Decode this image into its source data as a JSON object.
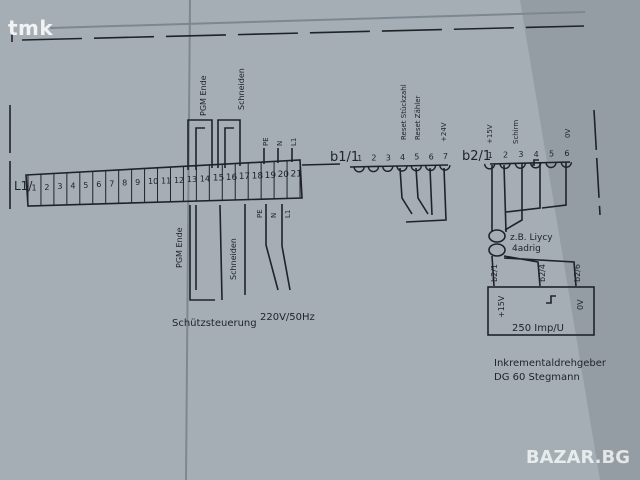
{
  "watermark": "tmk",
  "brand_watermark": "BAZAR.BG",
  "colors": {
    "paper": "#a8b1b8",
    "ink": "#1e2328",
    "background": "#8a949b"
  },
  "diagram": {
    "rail_label": "L1/",
    "terminals": [
      "1",
      "2",
      "3",
      "4",
      "5",
      "6",
      "7",
      "8",
      "9",
      "10",
      "11",
      "12",
      "13",
      "14",
      "15",
      "16",
      "17",
      "18",
      "19",
      "20",
      "21"
    ],
    "top_labels": {
      "pgm_ende": "PGM Ende",
      "schneiden": "Schneiden",
      "pe": "PE",
      "n": "N",
      "l1": "L1"
    },
    "bottom_labels": {
      "pgm_ende": "PGM Ende",
      "schneiden": "Schneiden",
      "pe": "PE",
      "n": "N",
      "l1": "L1"
    },
    "schuetz": "Schützsteuerung",
    "supply": "220V/50Hz",
    "b1": {
      "label": "b1/1",
      "pins": [
        "1",
        "2",
        "3",
        "4",
        "5",
        "6",
        "7"
      ],
      "sig": [
        "Reset Stückzahl",
        "Reset Zähler",
        "+24V"
      ]
    },
    "b2": {
      "label": "b2/1",
      "pins": [
        "1",
        "2",
        "3",
        "4",
        "5",
        "6"
      ],
      "sig": [
        "+15V",
        "Schirm",
        "0V"
      ]
    },
    "cable": {
      "line1": "z.B. Liycy",
      "line2": "4adrig"
    },
    "enc_pins": [
      "b2/1",
      "b2/4",
      "b2/6"
    ],
    "encoder": {
      "plus": "+15V",
      "zero": "0V",
      "rate": "250 Imp/U"
    },
    "caption1": "Inkrementaldrehgeber",
    "caption2": "DG 60  Stegmann"
  }
}
